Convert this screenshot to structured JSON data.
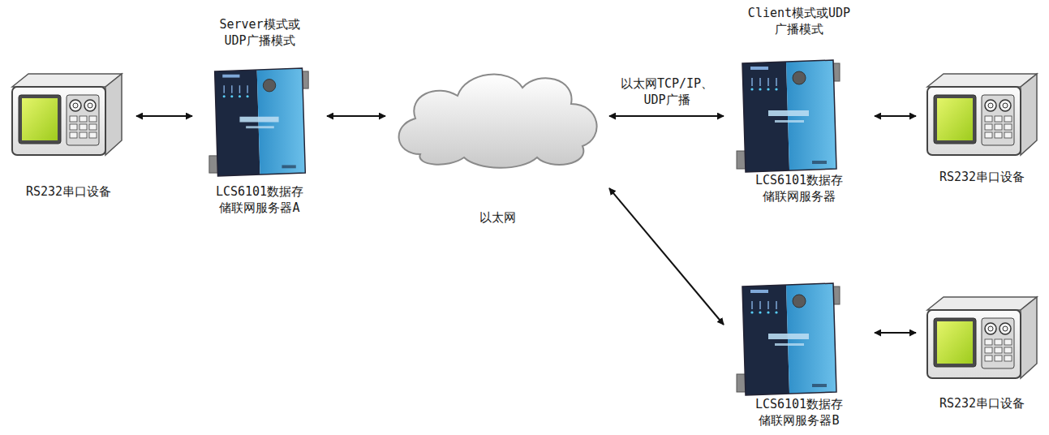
{
  "diagram": {
    "nodes": [
      {
        "text": [
          "RS232串口设备"
        ]
      },
      {
        "text": [
          "Server模式或 UDP广播模式",
          "LCS6101数据存 储联网服务器A"
        ]
      },
      {
        "text": [
          "以太网"
        ]
      },
      {
        "text": [
          "Client模式或UDP 广播模式",
          "LCS6101数据存 储联网服务器"
        ]
      },
      {
        "text": [
          "RS232串口设备"
        ]
      },
      {
        "text": [
          "LCS6101数据存 储联网服务器B"
        ]
      },
      {
        "text": [
          "RS232串口设备"
        ]
      }
    ],
    "edges": [
      {
        "from": 0,
        "to": 1,
        "arrow": "both"
      },
      {
        "from": 1,
        "to": 2,
        "arrow": "both"
      },
      {
        "from": 2,
        "to": 3,
        "arrow": "both",
        "label": "以太网TCP/IP、 UDP广播"
      },
      {
        "from": 3,
        "to": 4,
        "arrow": "both"
      },
      {
        "from": 2,
        "to": 5,
        "arrow": "both"
      },
      {
        "from": 5,
        "to": 6,
        "arrow": "both"
      }
    ]
  }
}
